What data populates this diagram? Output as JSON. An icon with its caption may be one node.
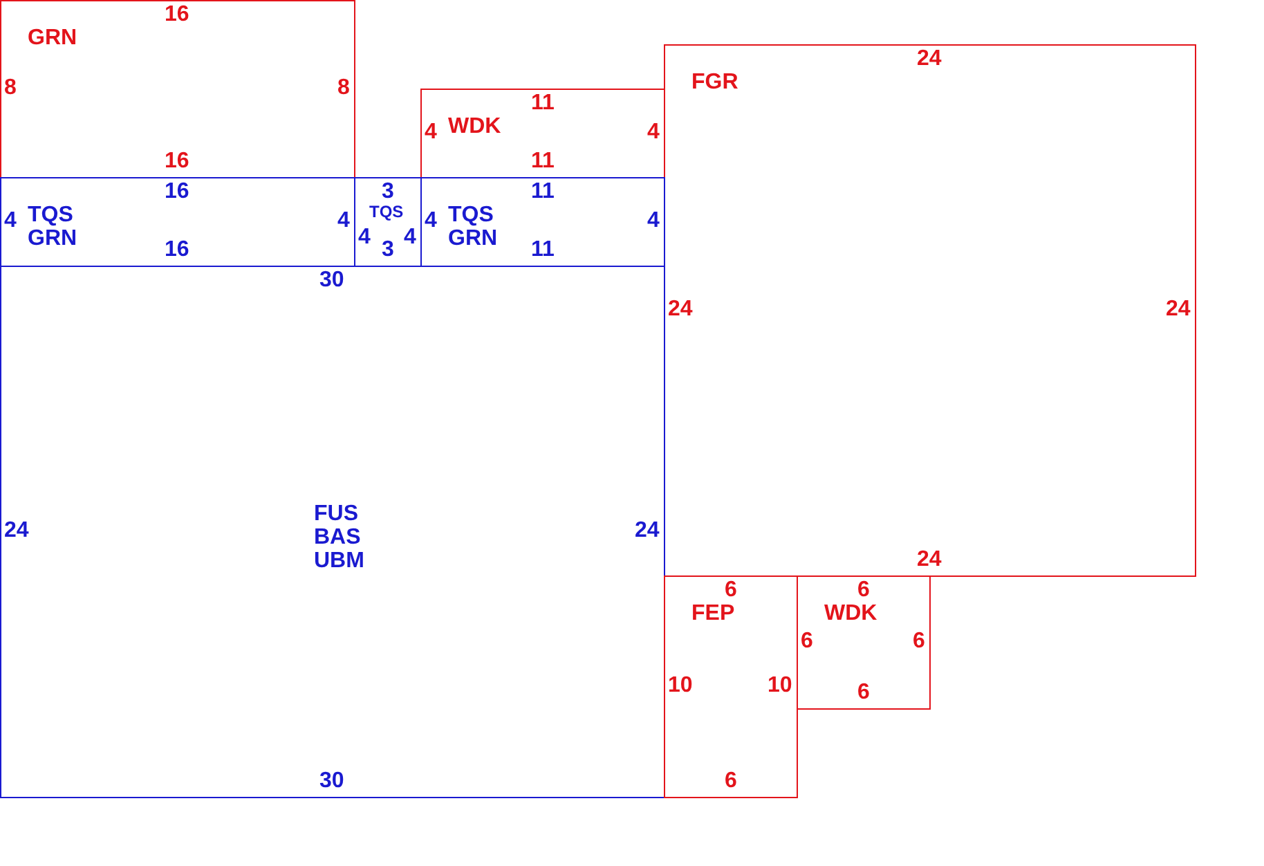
{
  "diagram": {
    "nodes": [
      {
        "text": [
          "16",
          "GRN",
          "8",
          "8",
          "16"
        ]
      },
      {
        "text": [
          "11",
          "WDK",
          "4",
          "4",
          "11"
        ]
      },
      {
        "text": [
          "24",
          "FGR",
          "24",
          "24",
          "24"
        ]
      },
      {
        "text": [
          "16",
          "TQS GRN",
          "4",
          "4",
          "16"
        ]
      },
      {
        "text": [
          "3",
          "TQS",
          "4",
          "4",
          "3"
        ]
      },
      {
        "text": [
          "11",
          "TQS GRN",
          "4",
          "4",
          "11"
        ]
      },
      {
        "text": [
          "30",
          "FUS BAS UBM",
          "24",
          "24",
          "30"
        ]
      },
      {
        "text": [
          "6",
          "FEP",
          "10",
          "10",
          "6"
        ]
      },
      {
        "text": [
          "6",
          "WDK",
          "6",
          "6",
          "6"
        ]
      }
    ],
    "edges": []
  }
}
